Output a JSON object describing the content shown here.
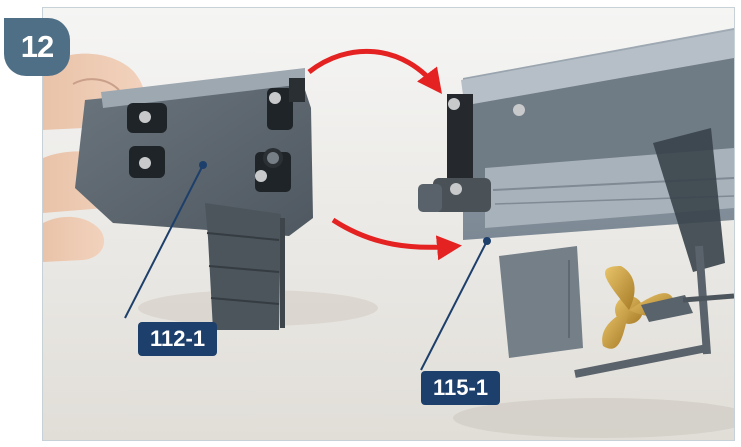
{
  "step": {
    "number": "12"
  },
  "labels": [
    {
      "text": "112-1"
    },
    {
      "text": "115-1"
    }
  ],
  "colors": {
    "badge": "#4f6f86",
    "label_bg": "#1d3f6b",
    "arrow": "#e52222",
    "part_grey": "#5e6870",
    "hull_grey": "#8c98a3",
    "propeller_brass": "#c59a3a"
  }
}
